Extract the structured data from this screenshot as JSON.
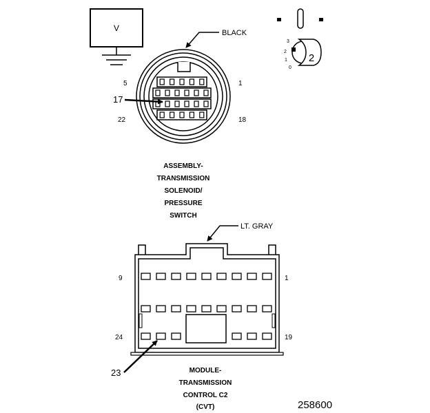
{
  "meter": {
    "label": "V"
  },
  "connector_top": {
    "color_label": "BLACK",
    "pin_labels": {
      "top_left": "5",
      "top_right": "1",
      "bottom_left": "22",
      "bottom_right": "18"
    },
    "callout": "17",
    "title_lines": [
      "ASSEMBLY-",
      "TRANSMISSION",
      "SOLENOID/",
      "PRESSURE",
      "SWITCH"
    ]
  },
  "probe": {
    "number": "2",
    "scale": [
      "3",
      "2",
      "1",
      "0"
    ]
  },
  "connector_bottom": {
    "color_label": "LT. GRAY",
    "pin_labels": {
      "top_left": "9",
      "top_right": "1",
      "bottom_left": "24",
      "bottom_right": "19"
    },
    "callout": "23",
    "title_lines": [
      "MODULE-",
      "TRANSMISSION",
      "CONTROL C2",
      "(CVT)"
    ]
  },
  "figure_number": "258600",
  "colors": {
    "line": "#000000",
    "background": "#ffffff"
  }
}
